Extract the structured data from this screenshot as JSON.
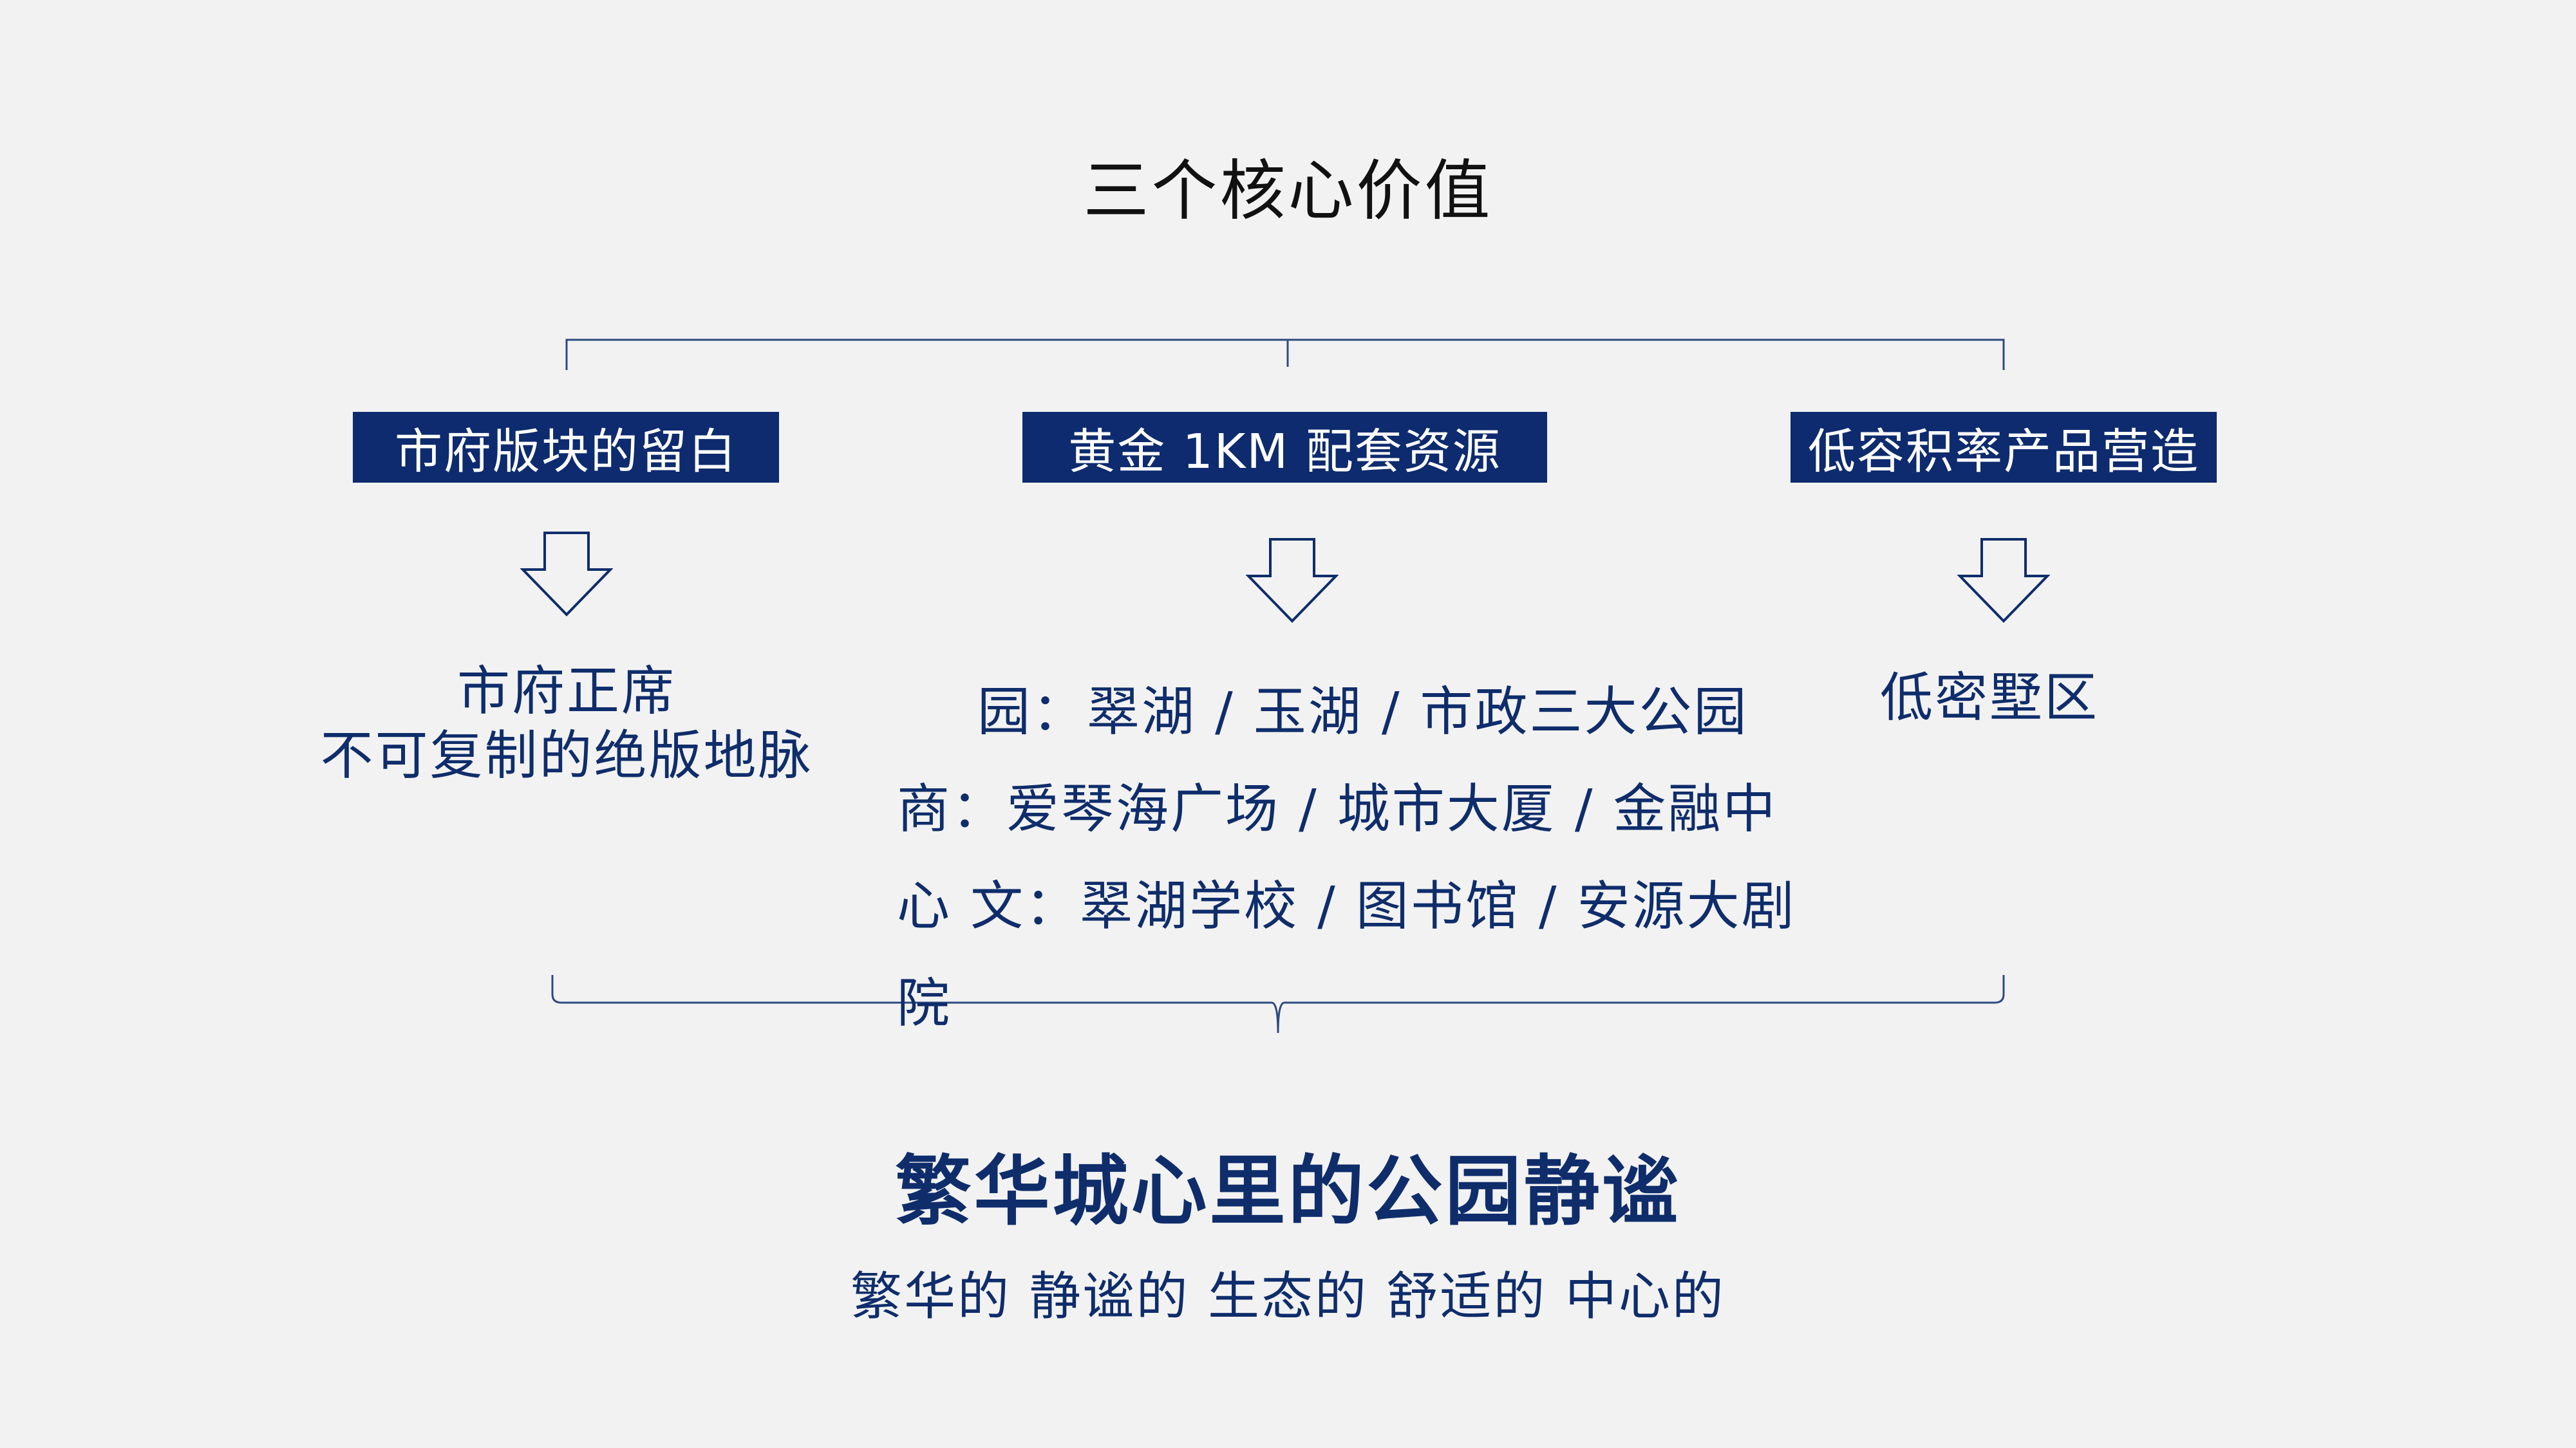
{
  "title": "三个核心价值",
  "boxes": [
    "市府版块的留白",
    "黄金 1KM 配套资源",
    "低容积率产品营造"
  ],
  "details": {
    "left": [
      "市府正席",
      "不可复制的绝版地脉"
    ],
    "middle": [
      "园：翠湖 / 玉湖 / 市政三大公园",
      "商：爱琴海广场 / 城市大厦 / 金融中",
      "心 文：翠湖学校 / 图书馆 / 安源大剧",
      "院"
    ],
    "right": "低密墅区"
  },
  "slogan": "繁华城心里的公园静谧",
  "subtitle": "繁华的 静谧的 生态的 舒适的 中心的",
  "colors": {
    "navy": "#0d2b6e",
    "text": "#0f2d6b",
    "line": "#2e4a80",
    "background": "#f2f2f2"
  }
}
